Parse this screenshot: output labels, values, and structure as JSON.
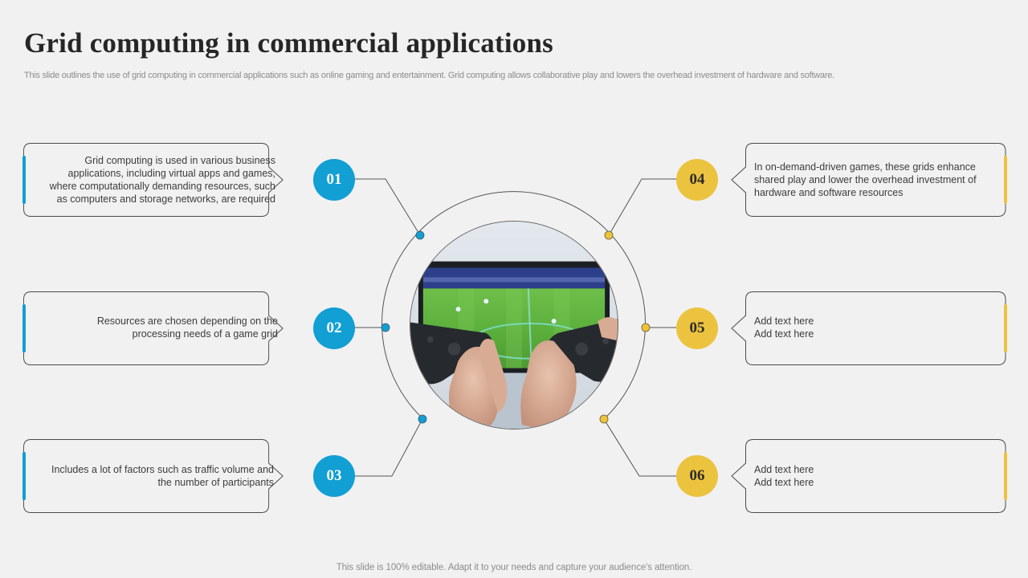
{
  "slide": {
    "title": "Grid computing in commercial applications",
    "subtitle": "This slide outlines the use of grid computing in commercial applications such as online gaming and entertainment. Grid computing allows collaborative play and lowers the overhead investment of hardware and software.",
    "footer": "This slide is 100% editable. Adapt it to your needs and capture your audience's attention."
  },
  "colors": {
    "left_accent": "#119fd4",
    "right_accent": "#ecc33f",
    "background": "#f1f1f1"
  },
  "center_image": {
    "description": "photo of two hands holding game controllers in front of a TV showing a soccer game",
    "icon": "gamepad-photo"
  },
  "items": [
    {
      "number": "01",
      "side": "left",
      "lines": [
        "Grid computing is used in various  business",
        "applications, including virtual  apps and games,",
        "where computationally demanding resources, such",
        "as computers and storage networks, are required"
      ]
    },
    {
      "number": "02",
      "side": "left",
      "lines": [
        "Resources are chosen depending  on the",
        "processing needs of a game grid"
      ]
    },
    {
      "number": "03",
      "side": "left",
      "lines": [
        "Includes  a lot of factors  such as traffic volume  and",
        "the number  of participants"
      ]
    },
    {
      "number": "04",
      "side": "right",
      "lines": [
        "In on-demand-driven  games, these grids enhance",
        "shared play and lower the overhead  investment  of",
        "hardware  and software resources"
      ]
    },
    {
      "number": "05",
      "side": "right",
      "lines": [
        "Add text here",
        "Add text here"
      ]
    },
    {
      "number": "06",
      "side": "right",
      "lines": [
        "Add text here",
        "Add text here"
      ]
    }
  ]
}
